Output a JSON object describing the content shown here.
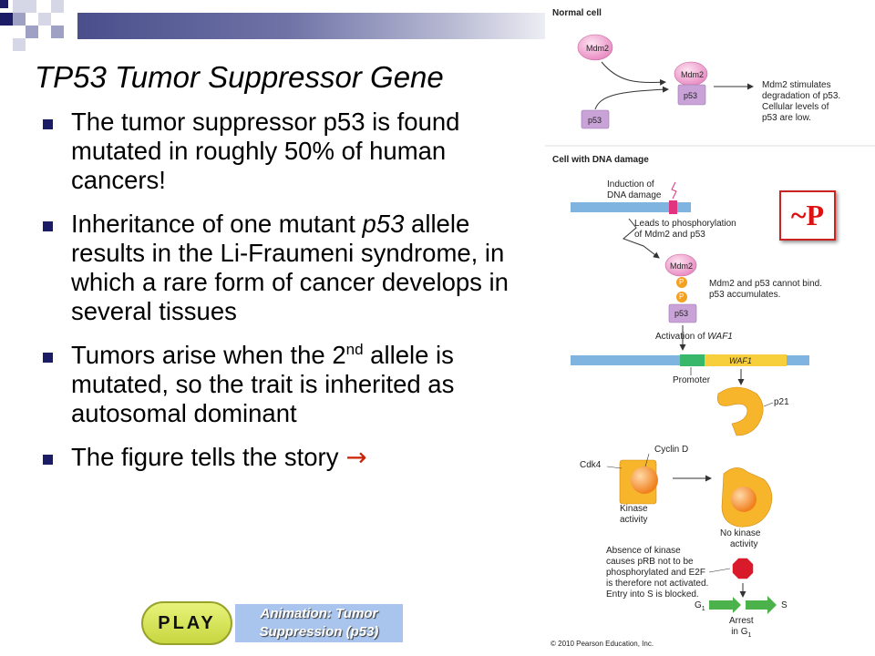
{
  "slide": {
    "title": "TP53 Tumor Suppressor Gene",
    "bullets": [
      {
        "text": "The tumor suppressor p53 is found mutated in roughly 50% of human cancers!"
      },
      {
        "before": "Inheritance of one mutant ",
        "italic": "p53",
        "after": " allele results in the Li-Fraumeni syndrome, in which a rare form of cancer develops in several tissues"
      },
      {
        "before": "Tumors arise when the 2",
        "sup": "nd",
        "after": " allele is mutated, so the trait is inherited as autosomal dominant"
      },
      {
        "text": "The figure tells the story",
        "arrow": "→"
      }
    ],
    "play_label": "PLAY",
    "animation_label_line1": "Animation: Tumor",
    "animation_label_line2": "Suppression (p53)",
    "phospho_label": "~P"
  },
  "figure": {
    "normal_cell_heading": "Normal cell",
    "damage_heading": "Cell with DNA damage",
    "mdm2": "Mdm2",
    "p53": "p53",
    "p": "P",
    "normal_caption": [
      "Mdm2 stimulates",
      "degradation of p53.",
      "Cellular levels of",
      "p53 are low."
    ],
    "induction": [
      "Induction of",
      "DNA damage"
    ],
    "leads_to": [
      "Leads to phosphorylation",
      "of Mdm2 and p53"
    ],
    "cannot_bind": [
      "Mdm2 and p53 cannot bind.",
      "p53 accumulates."
    ],
    "activation_prefix": "Activation of ",
    "waf1": "WAF1",
    "promoter": "Promoter",
    "p21": "p21",
    "cdk4": "Cdk4",
    "cyclin_d": "Cyclin D",
    "kinase_activity": [
      "Kinase",
      "activity"
    ],
    "no_kinase": [
      "No kinase",
      "activity"
    ],
    "absence": [
      "Absence of kinase",
      "causes pRB not to be",
      "phosphorylated and E2F",
      "is therefore not activated.",
      "Entry into S is blocked."
    ],
    "g1": "G",
    "g1_sub": "1",
    "s": "S",
    "arrest": "Arrest",
    "arrest_in": "in G",
    "copyright": "© 2010 Pearson Education, Inc.",
    "colors": {
      "mdm2": "#f2a8d2",
      "p53": "#c9a3d8",
      "p": "#f5a020",
      "dna": "#7fb3e0",
      "waf1": "#f7cf3d",
      "promoter": "#39b86b",
      "p21": "#f7b52b",
      "stop": "#d91a2a",
      "cycle_arrow": "#4cb24c"
    }
  }
}
